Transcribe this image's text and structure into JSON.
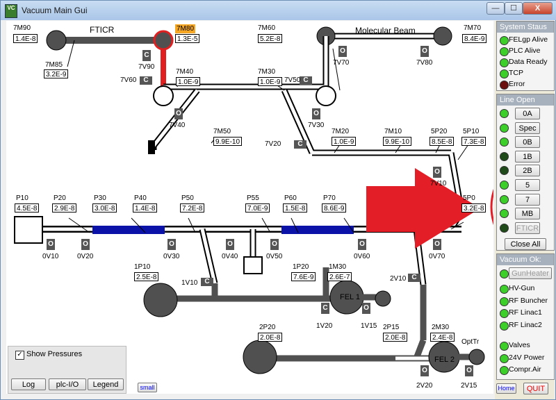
{
  "window": {
    "title": "Vacuum Main Gui",
    "app_icon": "VC",
    "btn_min": "—",
    "btn_max": "☐",
    "btn_close": "X"
  },
  "gauges": {
    "g7M90": {
      "name": "7M90",
      "value": "1.4E-8"
    },
    "g7M85": {
      "name": "7M85",
      "value": "3.2E-9"
    },
    "g7M80": {
      "name": "7M80",
      "value": "1.3E-5"
    },
    "g7M40": {
      "name": "7M40",
      "value": "1.0E-9"
    },
    "g7M60": {
      "name": "7M60",
      "value": "5.2E-8"
    },
    "g7M70": {
      "name": "7M70",
      "value": "8.4E-9"
    },
    "g7M30": {
      "name": "7M30",
      "value": "1.0E-9"
    },
    "g7M50": {
      "name": "7M50",
      "value": "9.9E-10"
    },
    "g7M20": {
      "name": "7M20",
      "value": "1.0E-9"
    },
    "g7M10": {
      "name": "7M10",
      "value": "9.9E-10"
    },
    "g5P20": {
      "name": "5P20",
      "value": "8.5E-8"
    },
    "g5P10": {
      "name": "5P10",
      "value": "7.3E-8"
    },
    "g5P0": {
      "name": "5P0",
      "value": "3.2E-8"
    },
    "gP10": {
      "name": "P10",
      "value": "4.5E-8"
    },
    "gP20": {
      "name": "P20",
      "value": "2.9E-8"
    },
    "gP30": {
      "name": "P30",
      "value": "3.0E-8"
    },
    "gP40": {
      "name": "P40",
      "value": "1.4E-8"
    },
    "gP50": {
      "name": "P50",
      "value": "7.2E-8"
    },
    "gP55": {
      "name": "P55",
      "value": "7.0E-9"
    },
    "gP60": {
      "name": "P60",
      "value": "1.5E-8"
    },
    "gP70": {
      "name": "P70",
      "value": "8.6E-9"
    },
    "g1P10": {
      "name": "1P10",
      "value": "2.5E-8"
    },
    "g1P20": {
      "name": "1P20",
      "value": "7.6E-9"
    },
    "g1M30": {
      "name": "1M30",
      "value": "2.6E-7"
    },
    "g2P20": {
      "name": "2P20",
      "value": "2.0E-8"
    },
    "g2P15": {
      "name": "2P15",
      "value": "2.0E-8"
    },
    "g2M30": {
      "name": "2M30",
      "value": "2.4E-8"
    }
  },
  "diagram": {
    "ticr": "FTICR",
    "molecular_beam": "Molecular Beam",
    "fel1": "FEL 1",
    "fel2": "FEL 2",
    "opttr": "OptTr"
  },
  "valves": {
    "v7V90": {
      "label": "7V90",
      "state": "C"
    },
    "v7V60": {
      "label": "7V60",
      "state": "C"
    },
    "v7V50": {
      "label": "7V50",
      "state": "C"
    },
    "v7V70": {
      "label": "7V70",
      "state": "O"
    },
    "v7V80": {
      "label": "7V80",
      "state": "O"
    },
    "v7V40": {
      "label": "7V40",
      "state": "O"
    },
    "v7V30": {
      "label": "7V30",
      "state": "O"
    },
    "v7V20": {
      "label": "7V20",
      "state": "C"
    },
    "v7V10": {
      "label": "7V10",
      "state": "O"
    },
    "v0V10": {
      "label": "0V10",
      "state": "O"
    },
    "v0V20": {
      "label": "0V20",
      "state": "O"
    },
    "v0V30": {
      "label": "0V30",
      "state": "O"
    },
    "v0V40": {
      "label": "0V40",
      "state": "O"
    },
    "v0V50": {
      "label": "0V50",
      "state": "O"
    },
    "v0V60": {
      "label": "0V60",
      "state": "O"
    },
    "v0V70": {
      "label": "0V70",
      "state": "O"
    },
    "v1V10": {
      "label": "1V10",
      "state": "C"
    },
    "v1V20": {
      "label": "1V20",
      "state": "C"
    },
    "v1V15": {
      "label": "1V15",
      "state": "O"
    },
    "v2V10": {
      "label": "2V10",
      "state": "C"
    },
    "v2V20": {
      "label": "2V20",
      "state": "O"
    },
    "v2V15": {
      "label": "2V15",
      "state": "O"
    }
  },
  "controls": {
    "show_pressures": "Show Pressures",
    "check": "✓",
    "log": "Log",
    "plc_io": "plc-I/O",
    "legend": "Legend",
    "small": "small"
  },
  "system_status": {
    "title": "System Staus",
    "items": [
      {
        "label": "FELgp Alive",
        "color": "#3ccf2a"
      },
      {
        "label": "PLC Alive",
        "color": "#3ccf2a"
      },
      {
        "label": "Data Ready",
        "color": "#3ccf2a"
      },
      {
        "label": "TCP",
        "color": "#3ccf2a"
      },
      {
        "label": "Error",
        "color": "#6b0f0f"
      }
    ]
  },
  "line_open": {
    "title": "Line Open",
    "items": [
      {
        "label": "0A",
        "color": "#3ccf2a"
      },
      {
        "label": "Spec",
        "color": "#3ccf2a"
      },
      {
        "label": "0B",
        "color": "#3ccf2a"
      },
      {
        "label": "1B",
        "color": "#1f4a1a"
      },
      {
        "label": "2B",
        "color": "#1f4a1a"
      },
      {
        "label": "5",
        "color": "#3ccf2a"
      },
      {
        "label": "7",
        "color": "#3ccf2a"
      },
      {
        "label": "MB",
        "color": "#3ccf2a"
      },
      {
        "label": "FTICR",
        "color": "#1f4a1a"
      }
    ],
    "close_all": "Close All"
  },
  "vacuum_ok": {
    "title": "Vacuum Ok:",
    "gun_heater": "GunHeater",
    "items": [
      {
        "label": "HV-Gun",
        "color": "#3ccf2a"
      },
      {
        "label": "RF Buncher",
        "color": "#3ccf2a"
      },
      {
        "label": "RF Linac1",
        "color": "#3ccf2a"
      },
      {
        "label": "RF Linac2",
        "color": "#3ccf2a"
      },
      {
        "label": "Valves",
        "color": "#3ccf2a"
      },
      {
        "label": "24V Power",
        "color": "#3ccf2a"
      },
      {
        "label": "Compr.Air",
        "color": "#3ccf2a"
      }
    ],
    "gun_heater_led": "#3ccf2a",
    "home": "Home",
    "quit": "QUIT"
  },
  "colors": {
    "pipe": "#505050",
    "blue_section": "#0b12a8",
    "red_line": "#e02020",
    "arrow": "#e41e26"
  }
}
